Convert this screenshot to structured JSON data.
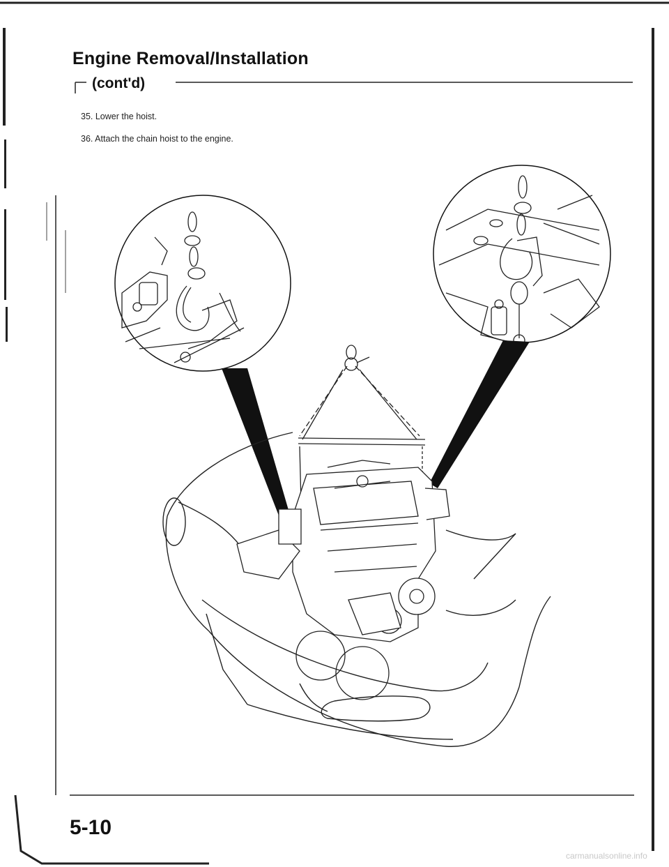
{
  "page": {
    "title": "Engine Removal/Installation",
    "subtitle": "(cont'd)",
    "steps": [
      "35. Lower the hoist.",
      "36. Attach the chain hoist to the engine."
    ],
    "page_number": "5-10",
    "watermark": "carmanualsonline.info"
  },
  "figure": {
    "kind": "technical-illustration",
    "subject": "engine-hoisting-with-chain-hoist",
    "callouts": [
      "left-engine-hanger-detail",
      "right-engine-hanger-detail"
    ]
  }
}
